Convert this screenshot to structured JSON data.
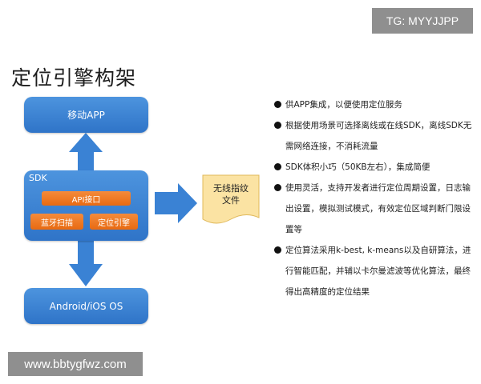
{
  "watermark_top": "TG: MYYJJPP",
  "watermark_bottom": "www.bbtygfwz.com",
  "title": "定位引擎构架",
  "diagram": {
    "app_label": "移动APP",
    "sdk_label": "SDK",
    "api_label": "API接口",
    "bluetooth_label": "蓝牙扫描",
    "locate_label": "定位引擎",
    "os_label": "Android/iOS OS",
    "doc_line1": "无线指纹",
    "doc_line2": "文件",
    "colors": {
      "blue": "#3a82d4",
      "orange": "#ef7a25",
      "doc": "#fbe3a3"
    }
  },
  "bullets": [
    {
      "text": "供APP集成，以便使用定位服务"
    },
    {
      "text": "根据使用场景可选择离线或在线SDK，离线SDK无需网络连接，不消耗流量"
    },
    {
      "text": "SDK体积小巧（50KB左右），集成简便"
    },
    {
      "text": "使用灵活，支持开发者进行定位周期设置，日志输出设置，模拟测试模式，有效定位区域判断门限设置等"
    },
    {
      "text": "定位算法采用k-best, k-means以及自研算法，进行智能匹配，并辅以卡尔曼滤波等优化算法，最终得出高精度的定位结果"
    }
  ]
}
